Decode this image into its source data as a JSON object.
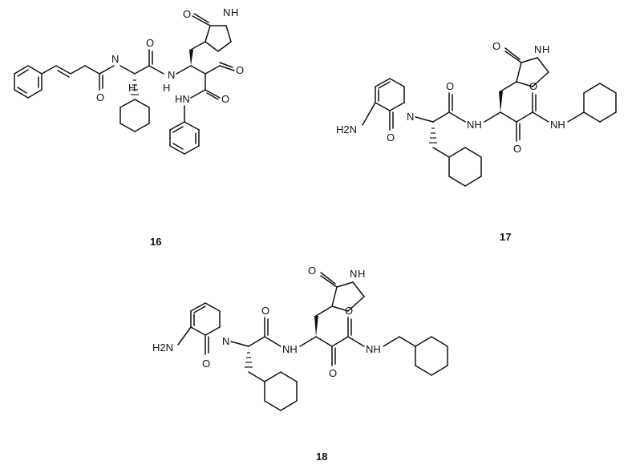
{
  "compounds": [
    {
      "label": "16",
      "atom_labels": {
        "nh_amide_a": "N",
        "nh_amide_a_h": "H",
        "nh_amide_b": "N",
        "nh_amide_b_h": "H",
        "lactam_n": "N",
        "lactam_h": "H",
        "lactam_o": "O",
        "o1": "O",
        "o2": "O",
        "o3": "O",
        "o4": "O",
        "nh_anilide": "HN"
      }
    },
    {
      "label": "17",
      "atom_labels": {
        "nh2": "H2N",
        "pyr_n": "N",
        "pyr_o": "O",
        "o_amide": "O",
        "nh_amide": "NH",
        "o_keto": "O",
        "o_keto2": "O",
        "nh_end": "NH",
        "lactam_n": "N",
        "lactam_h": "H",
        "lactam_o": "O"
      }
    },
    {
      "label": "18",
      "atom_labels": {
        "nh2": "H2N",
        "pyr_n": "N",
        "pyr_o": "O",
        "o_amide": "O",
        "nh_amide": "NH",
        "o_keto": "O",
        "o_keto2": "O",
        "nh_end": "NH",
        "lactam_n": "N",
        "lactam_h": "H",
        "lactam_o": "O"
      }
    }
  ]
}
